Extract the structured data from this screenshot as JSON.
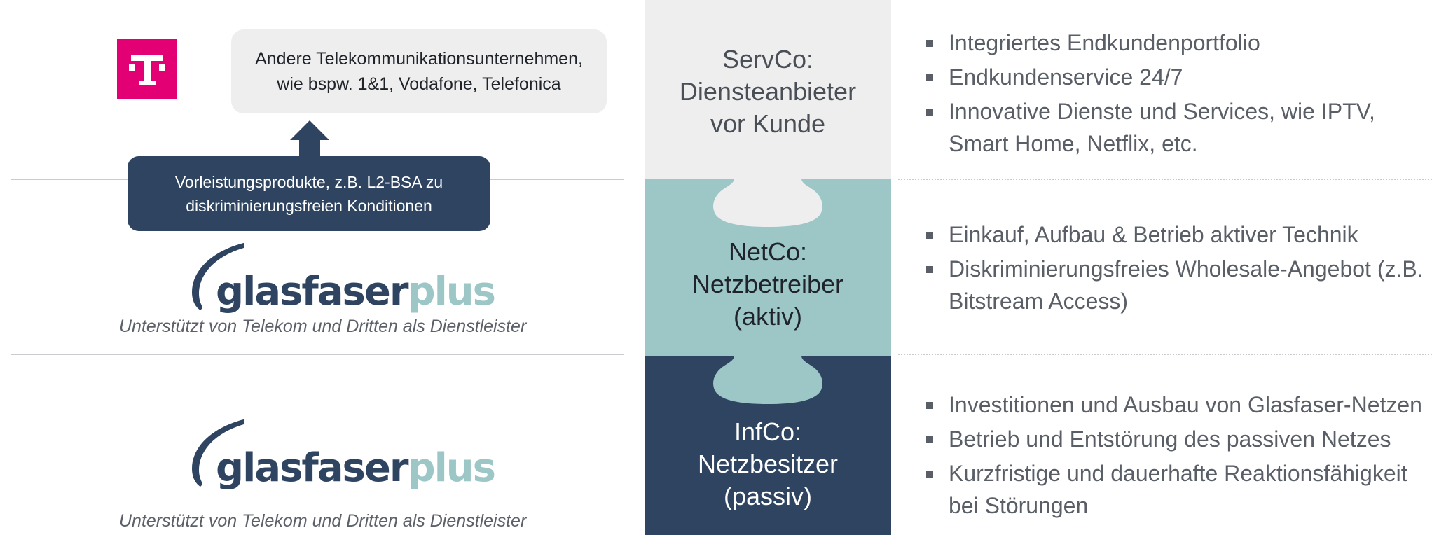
{
  "bubble": {
    "line1": "Andere Telekommunikationsunternehmen,",
    "line2": "wie bspw. 1&1, Vodafone, Telefonica"
  },
  "wholesale_box": {
    "line1": "Vorleistungsprodukte, z.B. L2-BSA zu",
    "line2": "diskriminierungsfreien Konditionen"
  },
  "logo": {
    "word_dark": "glasfaser",
    "word_light": "plus",
    "caption": "Unterstützt von Telekom und Dritten als Dienstleister"
  },
  "layers": [
    {
      "lines": [
        "ServCo:",
        "Diensteanbieter",
        "vor Kunde"
      ],
      "color": "#eeeeee",
      "bullets": [
        [
          "Integriertes Endkundenportfolio"
        ],
        [
          "Endkundenservice 24/7"
        ],
        [
          "Innovative Dienste und Services, wie IPTV,",
          "Smart Home, Netflix, etc."
        ]
      ]
    },
    {
      "lines": [
        "NetCo:",
        "Netzbetreiber",
        "(aktiv)"
      ],
      "color": "#9cc7c6",
      "bullets": [
        [
          "Einkauf, Aufbau & Betrieb aktiver Technik"
        ],
        [
          "Diskriminierungsfreies Wholesale-Angebot (z.B.",
          "Bitstream Access)"
        ]
      ]
    },
    {
      "lines": [
        "InfCo:",
        "Netzbesitzer",
        "(passiv)"
      ],
      "color": "#2e4460",
      "bullets": [
        [
          "Investitionen und Ausbau von Glasfaser-Netzen"
        ],
        [
          "Betrieb und Entstörung des passiven Netzes"
        ],
        [
          "Kurzfristige und dauerhafte Reaktionsfähigkeit",
          "bei Störungen"
        ]
      ]
    }
  ],
  "colors": {
    "telekom_magenta": "#e20074",
    "navy": "#2e4460",
    "teal": "#9cc7c6",
    "light_grey": "#eeeeee"
  }
}
